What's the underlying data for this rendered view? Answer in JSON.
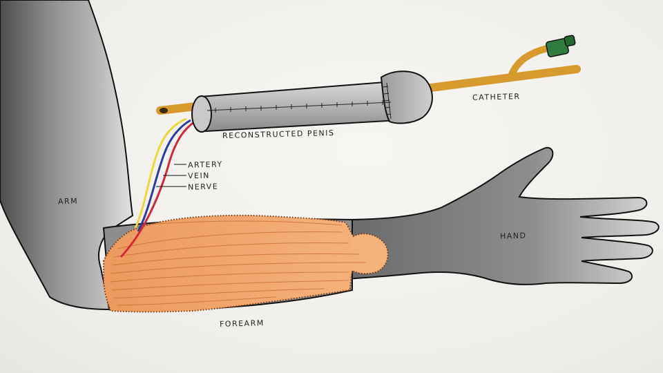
{
  "labels": {
    "arm": "ARM",
    "forearm": "FOREARM",
    "hand": "HAND",
    "artery": "ARTERY",
    "vein": "VEIN",
    "nerve": "NERVE",
    "reconstructed_penis": "RECONSTRUCTED PENIS",
    "catheter": "CATHETER"
  },
  "colors": {
    "skin": "#8f8f8f",
    "muscle_flap": "#f0a56a",
    "artery": "#d42838",
    "vein": "#2a3a9e",
    "nerve": "#ecd83a",
    "catheter": "#d79a2e",
    "catheter_valve": "#2f7d3e"
  }
}
